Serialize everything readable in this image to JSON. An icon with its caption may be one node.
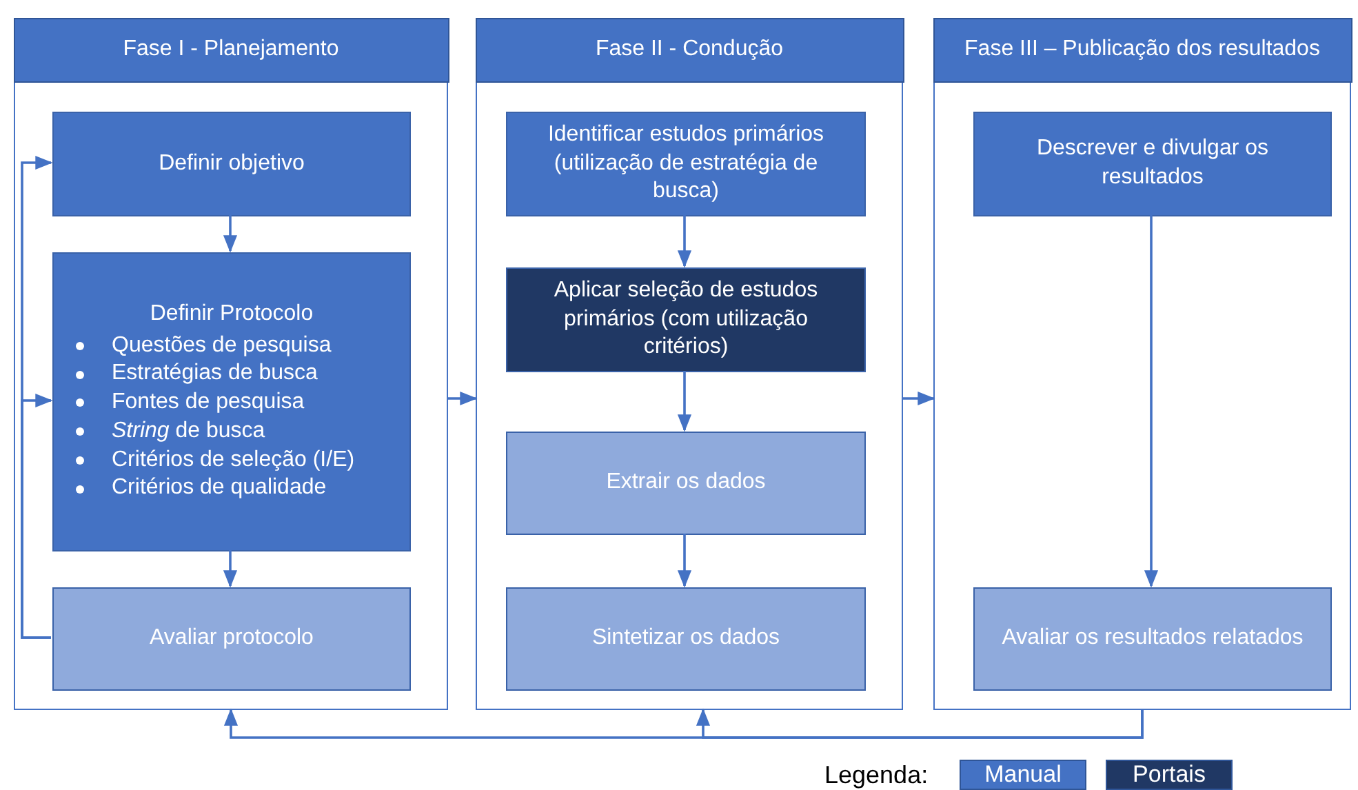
{
  "diagram": {
    "nodes": [
      {
        "text": [
          "Fase I - Planejamento"
        ]
      },
      {
        "text": [
          "Definir objetivo"
        ],
        "in": 0
      },
      {
        "text": [
          "Definir Protocolo",
          "Questões de pesquisa",
          "Estratégias de busca",
          "Fontes de pesquisa",
          "*String* de busca",
          "Critérios de seleção (I/E)",
          "Critérios de qualidade"
        ],
        "in": 0
      },
      {
        "text": [
          "Avaliar protocolo"
        ],
        "in": 0
      },
      {
        "text": [
          "Fase II - Condução"
        ]
      },
      {
        "text": [
          "Identificar estudos primários (utilização de estratégia de busca)"
        ],
        "in": 4
      },
      {
        "text": [
          "Aplicar seleção de estudos primários (com utilização critérios)"
        ],
        "in": 4
      },
      {
        "text": [
          "Extrair os dados"
        ],
        "in": 4
      },
      {
        "text": [
          "Sintetizar os dados"
        ],
        "in": 4
      },
      {
        "text": [
          "Fase III – Publicação dos resultados"
        ]
      },
      {
        "text": [
          "Descrever e divulgar os resultados"
        ],
        "in": 9
      },
      {
        "text": [
          "Avaliar os resultados relatados"
        ],
        "in": 9
      }
    ],
    "edges": [
      {
        "from": 1,
        "to": 2,
        "arrow": "to"
      },
      {
        "from": 2,
        "to": 3,
        "arrow": "to"
      },
      {
        "from": 3,
        "to": 1,
        "arrow": "to"
      },
      {
        "from": 3,
        "to": 2,
        "arrow": "to"
      },
      {
        "from": 0,
        "to": 4,
        "arrow": "to"
      },
      {
        "from": 4,
        "to": 9,
        "arrow": "to"
      },
      {
        "from": 5,
        "to": 6,
        "arrow": "to"
      },
      {
        "from": 6,
        "to": 7,
        "arrow": "to"
      },
      {
        "from": 7,
        "to": 8,
        "arrow": "to"
      },
      {
        "from": 10,
        "to": 11,
        "arrow": "to"
      },
      {
        "from": 9,
        "to": 0,
        "arrow": "to"
      },
      {
        "from": 9,
        "to": 4,
        "arrow": "to"
      }
    ],
    "labels": [
      "Legenda:"
    ],
    "legend": [
      {
        "text": "Manual",
        "color": "#4472c4"
      },
      {
        "text": "Portais",
        "color": "#203864"
      }
    ]
  }
}
